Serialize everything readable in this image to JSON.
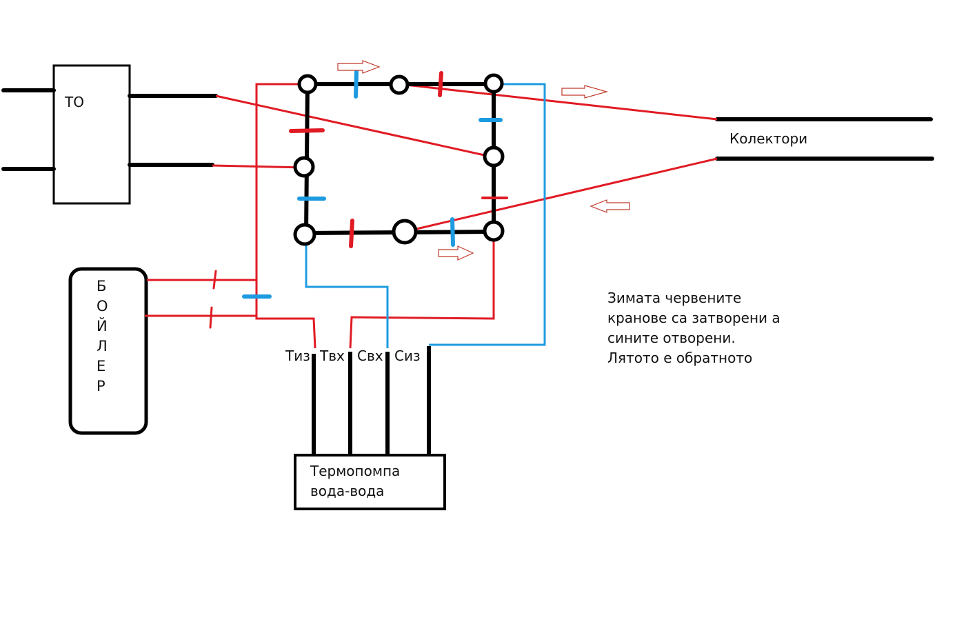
{
  "labels": {
    "heat_exchanger": "ТО",
    "collectors": "Колектори",
    "boiler_letters": [
      "Б",
      "О",
      "Й",
      "Л",
      "Е",
      "Р"
    ],
    "heat_pump_line1": "Термопомпа",
    "heat_pump_line2": "вода-вода",
    "port_t_out": "Тиз",
    "port_t_in": "Твх",
    "port_s_in": "Свх",
    "port_s_out": "Сиз",
    "note_line1": "Зимата червените",
    "note_line2": "кранове са затворени а",
    "note_line3": "сините отворени.",
    "note_line4": "Лятото е обратното"
  },
  "colors": {
    "pipe": "#000000",
    "red": "#e01b24",
    "blue": "#1e9be0",
    "arrow_outline": "#c0392b"
  }
}
